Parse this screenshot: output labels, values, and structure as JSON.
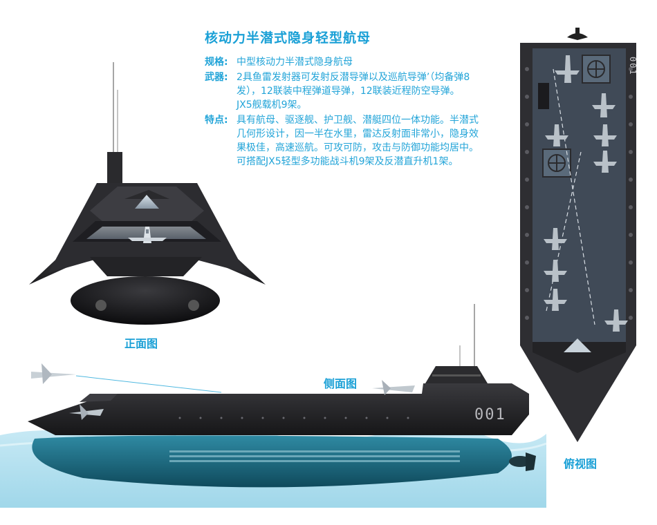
{
  "title": "核动力半潜式隐身轻型航母",
  "specs": {
    "spec_key": "规格:",
    "spec_value": "中型核动力半潜式隐身航母",
    "weapon_key": "武器:",
    "weapon_value": "2具鱼雷发射器可发射反潜导弹以及巡航导弹’（均备弹8发），12联装中程弹道导弹，12联装近程防空导弹。JX5舰载机9架。",
    "feature_key": "特点:",
    "feature_value": "具有航母、驱逐舰、护卫舰、潜艇四位一体功能。半潜式几何形设计，因一半在水里，雷达反射面非常小，隐身效果极佳，高速巡航。可攻可防，攻击与防御功能均居中。可搭配JX5轻型多功能战斗机9架及反潜直升机1架。"
  },
  "captions": {
    "front": "正面图",
    "side": "侧面图",
    "top": "俯视图"
  },
  "hull_numbers": {
    "side": "001",
    "top": "001"
  },
  "colors": {
    "accent": "#1aa0d6",
    "hull": "#2b2b2e",
    "water": "#9fd8ec"
  }
}
